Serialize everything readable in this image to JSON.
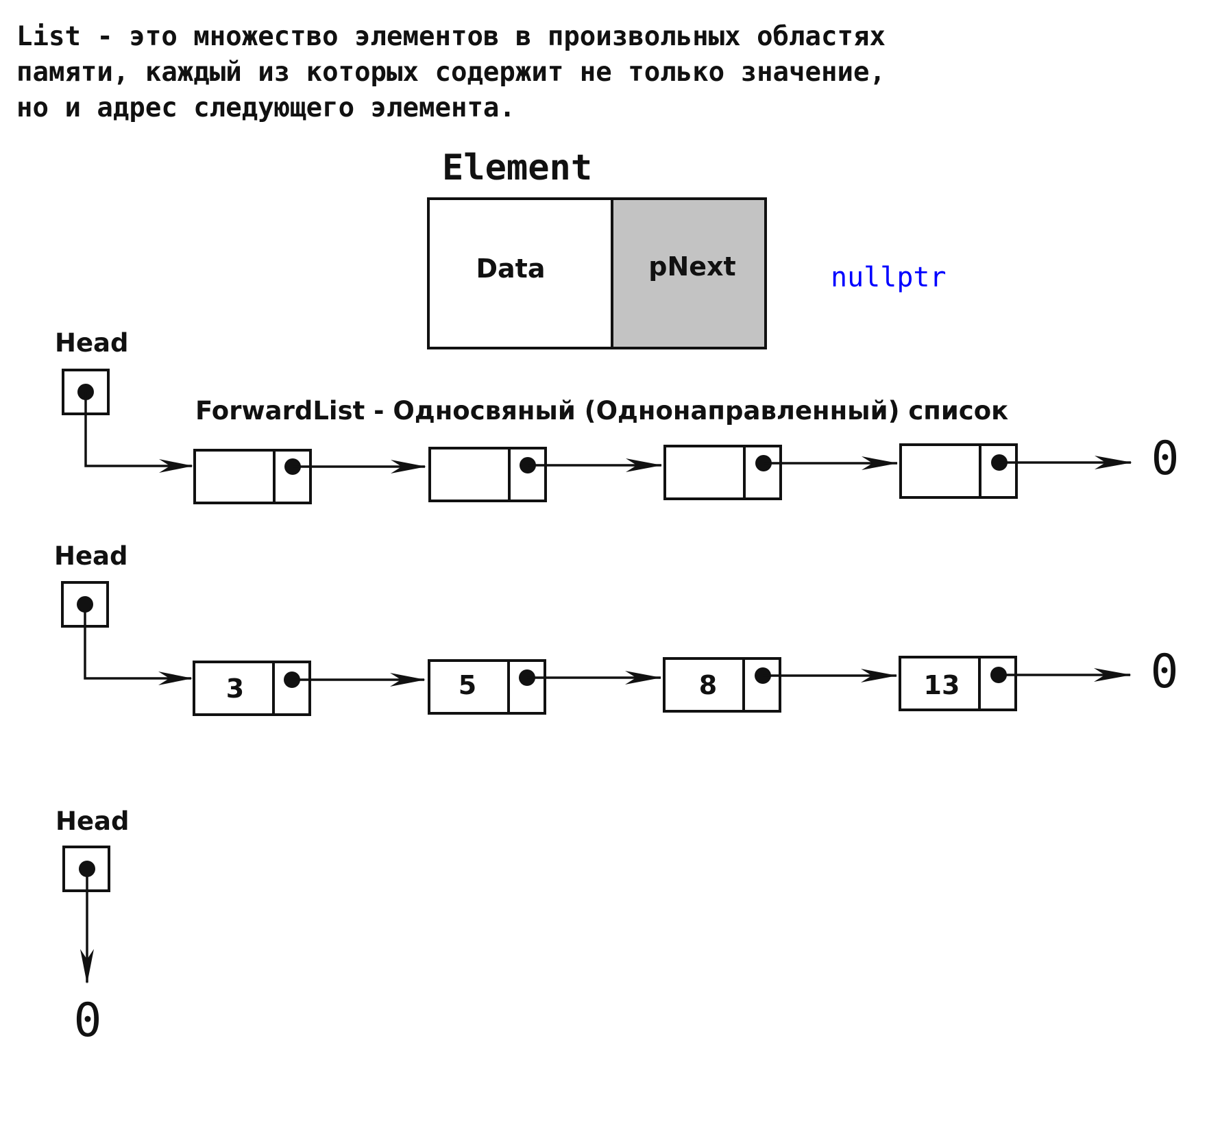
{
  "intro": {
    "line1": "List - это множество элементов в произвольных областях",
    "line2": "памяти, каждый из которых содержит не только значение,",
    "line3": "но и адрес следующего элемента."
  },
  "element": {
    "title": "Element",
    "data_label": "Data",
    "next_label": "pNext",
    "null_label": "nullptr",
    "next_fill": "#c3c3c3",
    "null_color": "#0000ff"
  },
  "forward_list_caption": "ForwardList - Односвяный (Однонаправленный) список",
  "lists": [
    {
      "head_label": "Head",
      "values": [
        "",
        "",
        "",
        ""
      ],
      "terminator": "0"
    },
    {
      "head_label": "Head",
      "values": [
        "3",
        "5",
        "8",
        "13"
      ],
      "terminator": "0"
    },
    {
      "head_label": "Head",
      "values": [],
      "terminator": "0"
    }
  ]
}
